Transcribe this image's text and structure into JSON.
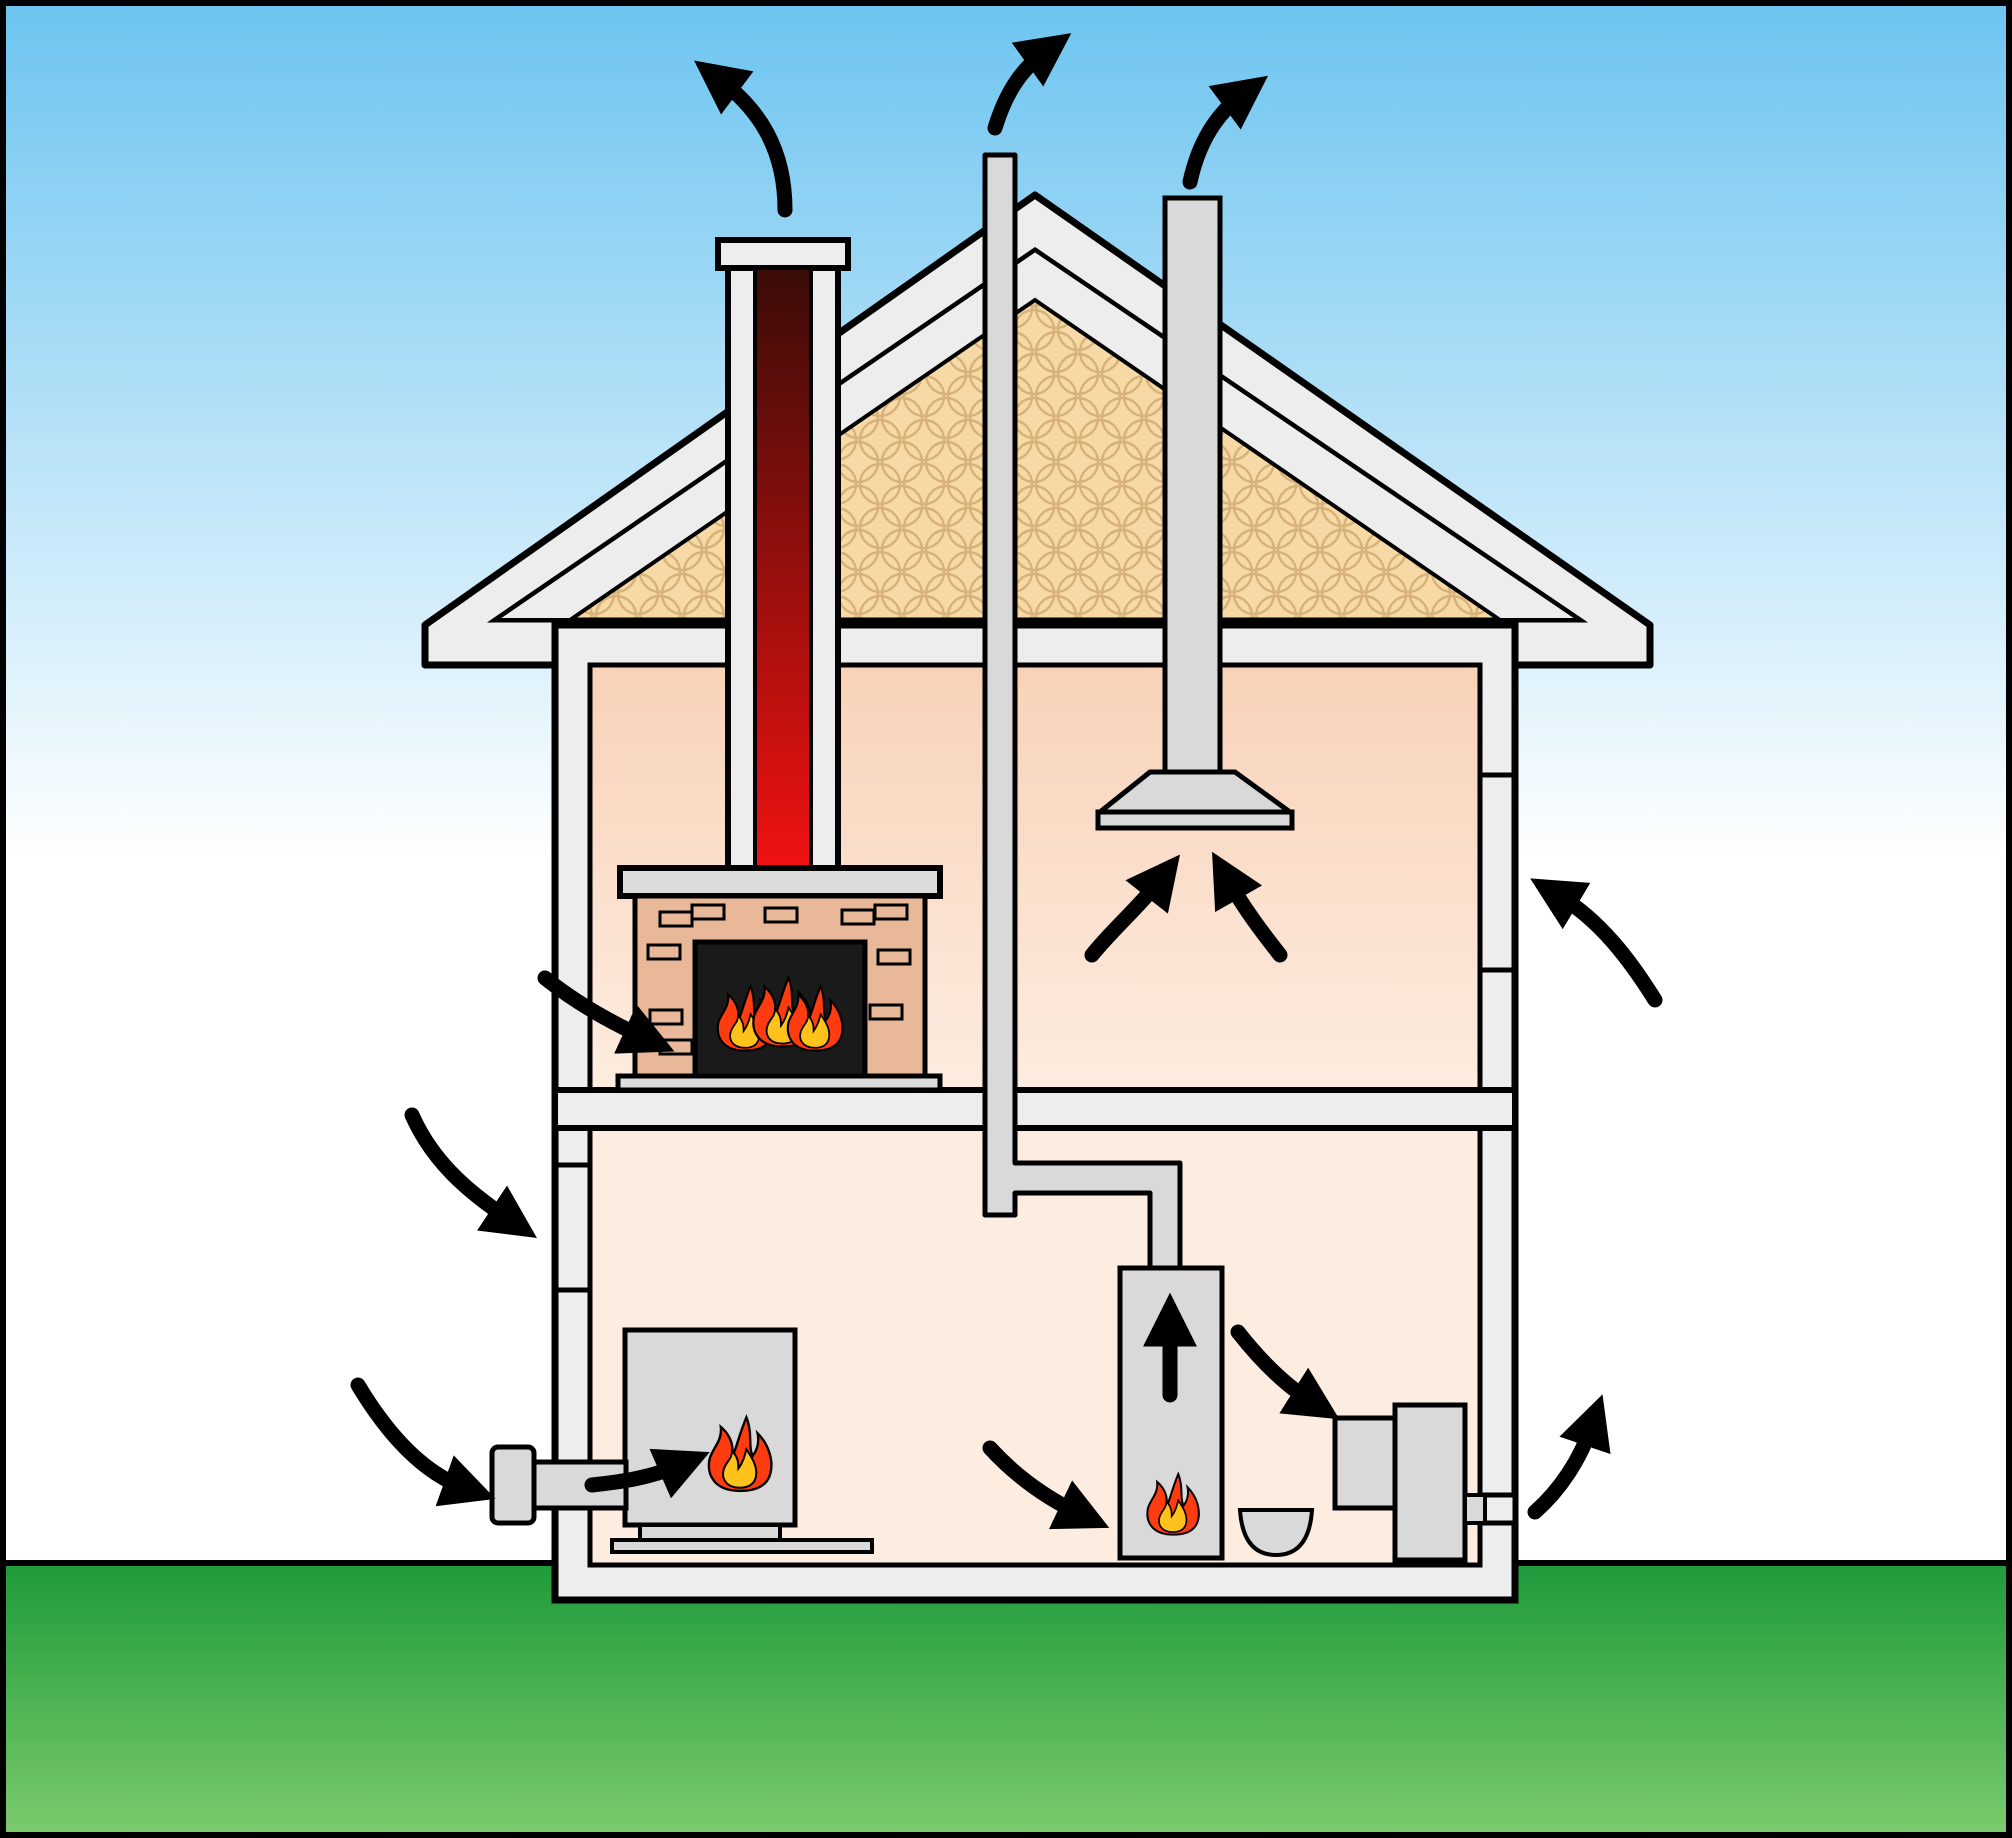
{
  "diagram": {
    "colors": {
      "sky_top": "#6cc4f0",
      "sky_bottom": "#ffffff",
      "ground_top": "#1e9a3a",
      "ground_bottom": "#7ccc6e",
      "wall": "#ededed",
      "outline": "#000000",
      "attic": "#f7d9a6",
      "attic_pattern": "#d7b27a",
      "room_upper": "#f8d2b8",
      "room_lower": "#fdece0",
      "hearth_brick": "#e8b899",
      "flame_outer": "#ff3b10",
      "flame_inner": "#ffc21a",
      "chimney_dark": "#3a0c08",
      "chimney_bright": "#f21212",
      "metal": "#d9d9d9"
    },
    "components": [
      {
        "id": "fireplace",
        "icon": "fireplace-icon"
      },
      {
        "id": "masonry-chimney",
        "icon": "chimney-icon"
      },
      {
        "id": "vent-pipe",
        "icon": "pipe-icon"
      },
      {
        "id": "range-hood",
        "icon": "range-hood-icon"
      },
      {
        "id": "furnace",
        "icon": "furnace-icon"
      },
      {
        "id": "water-heater",
        "icon": "water-heater-icon"
      },
      {
        "id": "clothes-dryer",
        "icon": "dryer-icon"
      },
      {
        "id": "bowl",
        "icon": "bowl-icon"
      },
      {
        "id": "outdoor-air-intake",
        "icon": "air-intake-icon"
      }
    ]
  }
}
